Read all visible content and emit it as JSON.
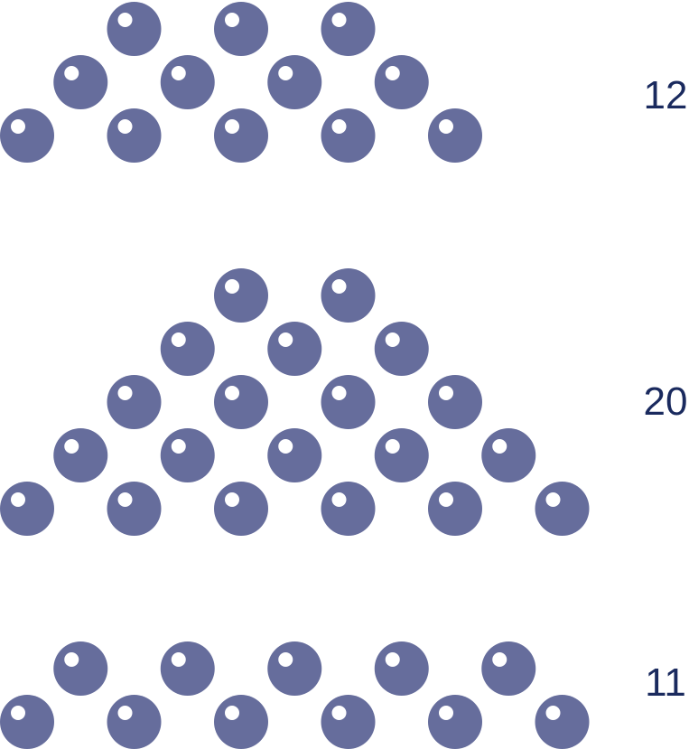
{
  "colors": {
    "ball": "#666d9c",
    "highlight": "#ffffff",
    "label": "#1a2a5e"
  },
  "figures": [
    {
      "count": "12",
      "rows": [
        3,
        4,
        5
      ]
    },
    {
      "count": "20",
      "rows": [
        2,
        3,
        4,
        5,
        6
      ]
    },
    {
      "count": "11",
      "rows": [
        5,
        6
      ]
    }
  ]
}
